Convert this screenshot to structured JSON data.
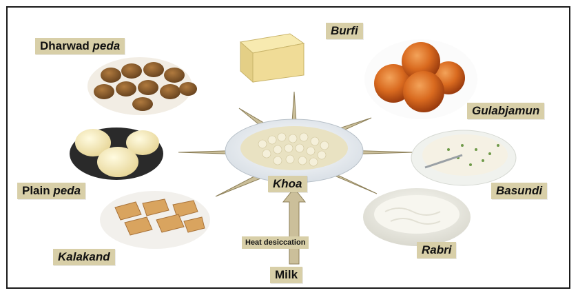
{
  "center": {
    "label": "Khoa"
  },
  "source": {
    "label": "Milk",
    "process": "Heat desiccation"
  },
  "products": {
    "burfi": "Burfi",
    "gulabjamun": "Gulabjamun",
    "basundi": "Basundi",
    "rabri": "Rabri",
    "kalakand": "Kalakand",
    "plain_peda": {
      "prefix": "Plain ",
      "suffix": "peda"
    },
    "dharwad_peda": {
      "prefix": "Dharwad ",
      "suffix": "peda"
    }
  },
  "colors": {
    "label_bg": "#d8cfa8",
    "arrow_fill": "#cbbf9a",
    "arrow_stroke": "#8c7f58",
    "frame": "#1a1a1a"
  }
}
